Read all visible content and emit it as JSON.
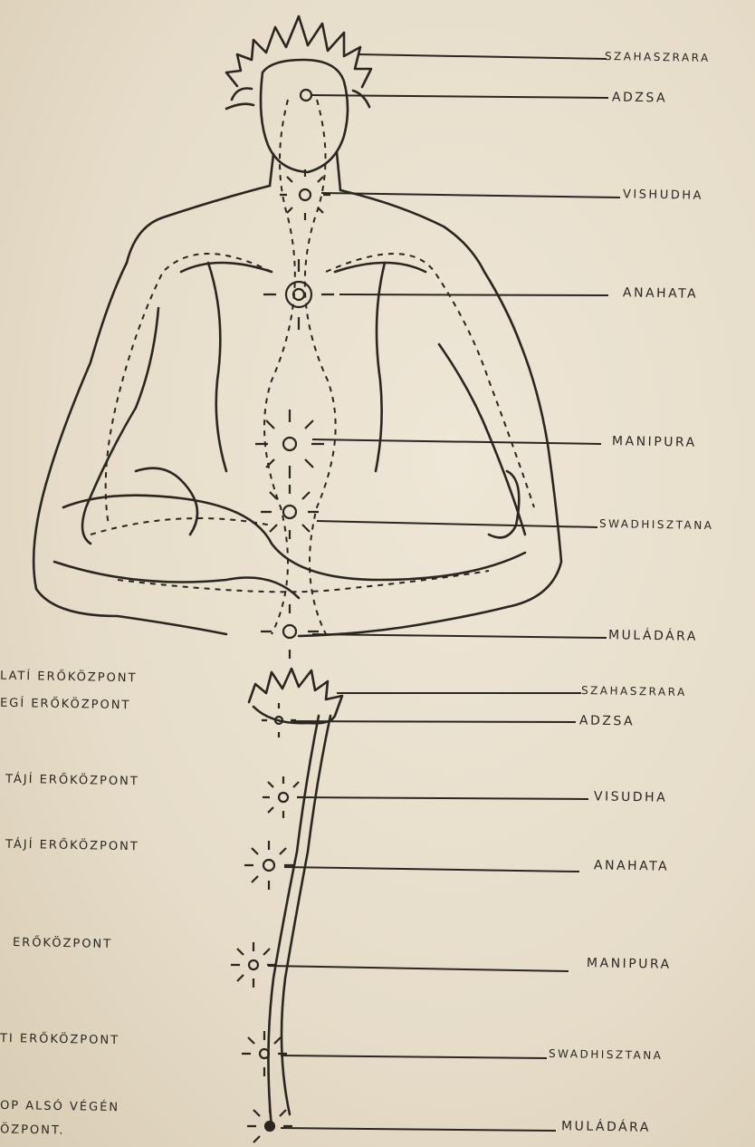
{
  "upper_labels": {
    "szahaszrara": "SZAHASZRARA",
    "adzsa": "ADZSA",
    "vishudha": "VISHUDHA",
    "anahata": "ANAHATA",
    "manipura": "MANIPURA",
    "swadhisztana": "SWADHISZTANA",
    "muladara": "MULÁDÁRA"
  },
  "lower_labels": {
    "szahaszrara": "SZAHASZRARA",
    "adzsa": "ADZSA",
    "visudha": "VISUDHA",
    "anahata": "ANAHATA",
    "manipura": "MANIPURA",
    "swadhisztana": "SWADHISZTANA",
    "muladara": "MULÁDÁRA"
  },
  "left_notes": {
    "n1": "LATÍ ERŐKÖZPONT",
    "n2": "EGÍ ERŐKÖZPONT",
    "n3": "TÁJÍ ERŐKÖZPONT",
    "n4": "TÁJÍ ERŐKÖZPONT",
    "n5": "ERŐKÖZPONT",
    "n6": "TI ERŐKÖZPONT",
    "n7a": "OP ALSÓ VÉGÉN",
    "n7b": "ÖZPONT."
  }
}
